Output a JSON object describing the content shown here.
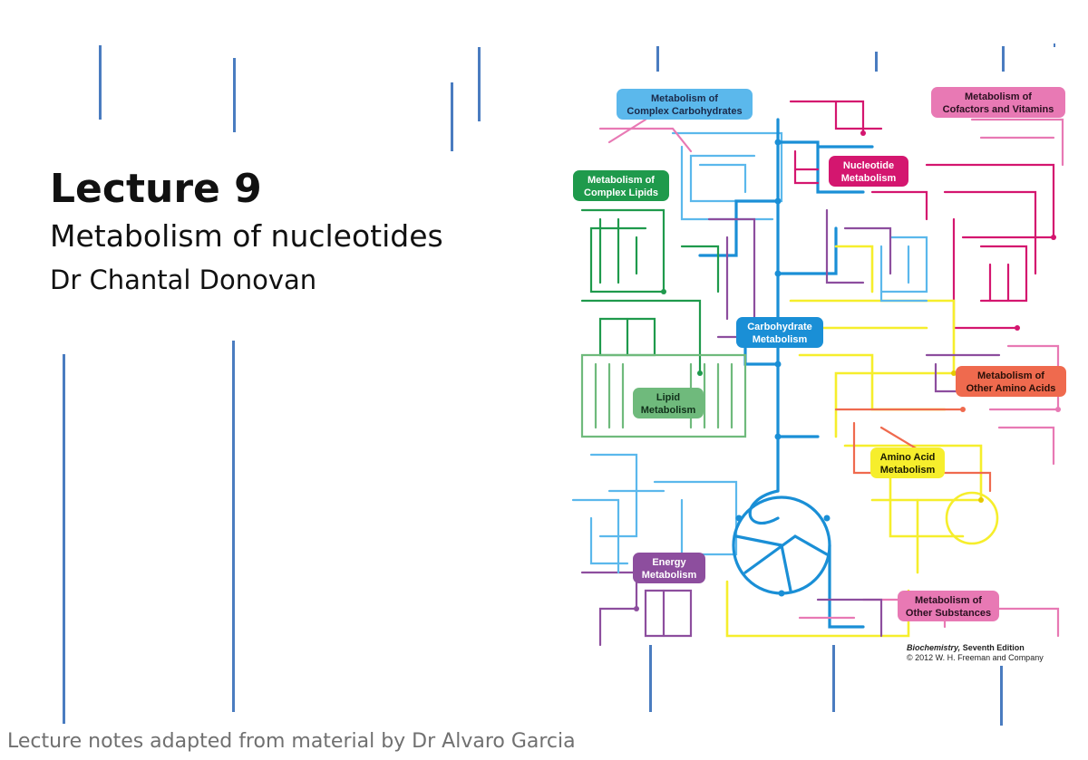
{
  "slide": {
    "title": "Lecture 9",
    "subtitle": "Metabolism of nucleotides",
    "author": "Dr Chantal Donovan",
    "footer": "Lecture notes adapted from material by Dr Alvaro Garcia"
  },
  "figure": {
    "labels": {
      "complex_carbohydrates_1": "Metabolism of",
      "complex_carbohydrates_2": "Complex Carbohydrates",
      "cofactors_1": "Metabolism of",
      "cofactors_2": "Cofactors and Vitamins",
      "nucleotide_1": "Nucleotide",
      "nucleotide_2": "Metabolism",
      "complex_lipids_1": "Metabolism of",
      "complex_lipids_2": "Complex Lipids",
      "carbohydrate_1": "Carbohydrate",
      "carbohydrate_2": "Metabolism",
      "other_amino_1": "Metabolism of",
      "other_amino_2": "Other Amino Acids",
      "lipid_1": "Lipid",
      "lipid_2": "Metabolism",
      "amino_acid_1": "Amino Acid",
      "amino_acid_2": "Metabolism",
      "energy_1": "Energy",
      "energy_2": "Metabolism",
      "other_substances_1": "Metabolism of",
      "other_substances_2": "Other Substances"
    },
    "credit_book": "Biochemistry,",
    "credit_edition": " Seventh Edition",
    "credit_copyright": "© 2012 W. H. Freeman and Company",
    "colors": {
      "complex_carbohydrates": "#5bb8ec",
      "cofactors": "#e879b4",
      "nucleotide": "#d4166f",
      "complex_lipids": "#1f9a4c",
      "carbohydrate": "#1a8fd6",
      "other_amino": "#ef6a4e",
      "lipid": "#6fba7c",
      "amino_acid": "#f6ee2c",
      "energy": "#8d4e9e",
      "other_substances": "#e879b4",
      "accent_line": "#4a7cc0"
    }
  }
}
